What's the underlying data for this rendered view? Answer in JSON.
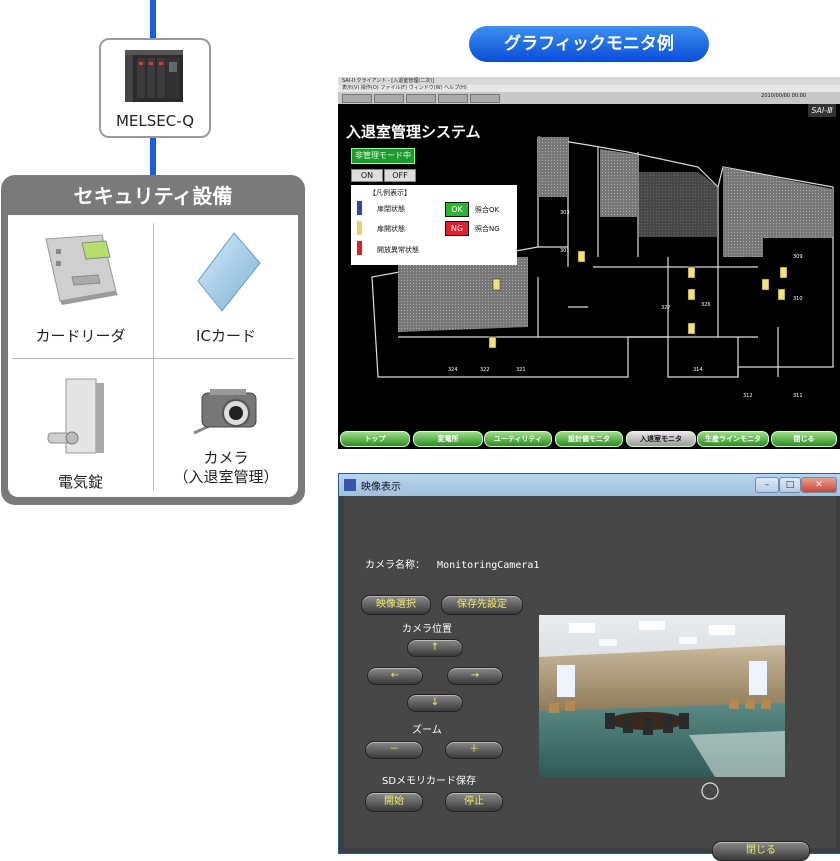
{
  "left_panel": {
    "plc_label": "MELSEC-Q",
    "security_title": "セキュリティ設備",
    "devices": [
      {
        "label": "カードリーダ",
        "icon": "card-reader-icon"
      },
      {
        "label": "ICカード",
        "icon": "ic-card-icon"
      },
      {
        "label": "電気錠",
        "icon": "electric-lock-icon"
      },
      {
        "label": "カメラ",
        "label2": "（入退室管理）",
        "icon": "camera-icon"
      }
    ]
  },
  "monitor_title": "グラフィックモニタ例",
  "graphic_monitor": {
    "titlebar": "SAI-II クライアント - [入退室管理(二次)]",
    "menubar": "表示(V)  操作(O)  ファイル(F)  ウィンドウ(W)  ヘルプ(H)",
    "status": "2010/00/00 00:00",
    "logo": "SAI-Ⅲ",
    "heading": "入退室管理システム",
    "mode_button": "非管理モード中",
    "on_button": "ON",
    "off_button": "OFF",
    "legend": {
      "title": "【凡例表示】",
      "items": [
        "扉閉状態",
        "扉開状態",
        "開放異常状態"
      ],
      "ok": "OK",
      "ok_text": "照合OK",
      "ng": "NG",
      "ng_text": "照合NG"
    },
    "room_numbers": [
      "303",
      "301",
      "309",
      "310",
      "327",
      "326",
      "324",
      "322",
      "321",
      "314",
      "312",
      "311"
    ],
    "nav_buttons": [
      "トップ",
      "変電所",
      "ユーティリティ",
      "設計値モニタ",
      "入退室モニタ",
      "生産ラインモニタ",
      "閉じる"
    ],
    "nav_selected": 4
  },
  "video_window": {
    "title": "映像表示",
    "camera_name_label": "カメラ名称：",
    "camera_name_value": "MonitoringCamera1",
    "select_video": "映像選択",
    "save_dest": "保存先設定",
    "camera_position_label": "カメラ位置",
    "up": "↑",
    "left": "←",
    "right": "→",
    "down": "↓",
    "zoom_label": "ズーム",
    "zoom_out": "－",
    "zoom_in": "＋",
    "sd_label": "SDメモリカード保存",
    "start": "開始",
    "stop": "停止",
    "close": "閉じる"
  },
  "colors": {
    "link_line": "#1560d8",
    "panel_gray": "#7a7a7a",
    "monitor_title_blue": "#1a63e0",
    "button_text_yellow": "#f3ec6a"
  }
}
